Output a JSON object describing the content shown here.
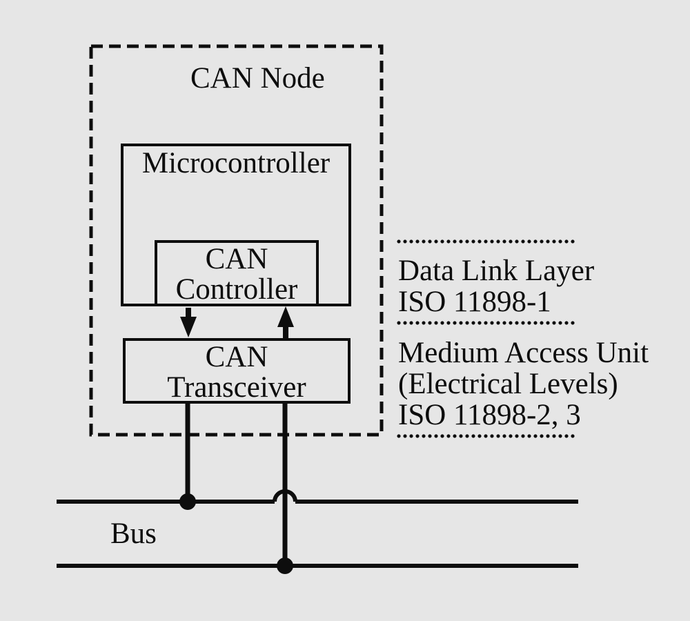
{
  "colors": {
    "background": "#e6e6e6",
    "ink": "#0d0d0d"
  },
  "diagram": {
    "title": "CAN Node",
    "boxes": {
      "microcontroller": {
        "label": "Microcontroller"
      },
      "can_controller": {
        "line1": "CAN",
        "line2": "Controller"
      },
      "can_transceiver": {
        "line1": "CAN",
        "line2": "Transceiver"
      }
    },
    "bus_label": "Bus",
    "annotations": {
      "data_link_layer": {
        "line1": "Data Link Layer",
        "line2": "ISO 11898-1"
      },
      "medium_access_unit": {
        "line1": "Medium Access Unit",
        "line2": "(Electrical Levels)",
        "line3": "ISO 11898-2, 3"
      }
    }
  }
}
